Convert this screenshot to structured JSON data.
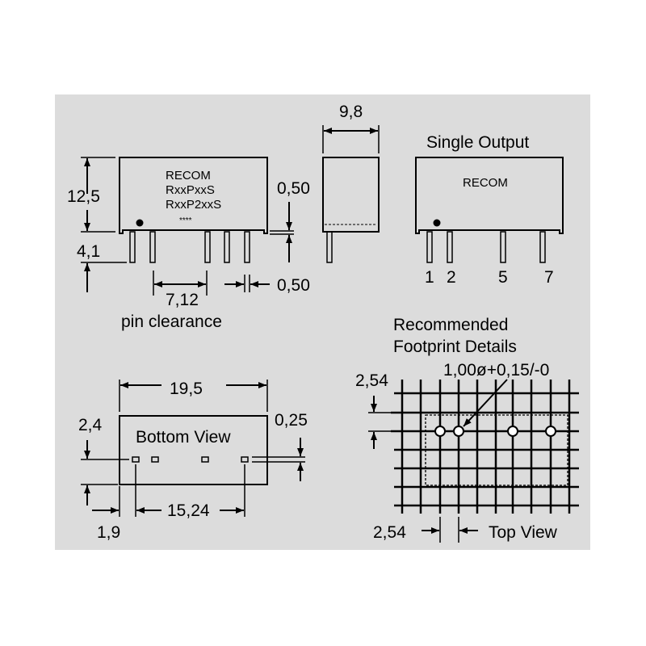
{
  "front_view": {
    "brand": "RECOM",
    "model_1": "RxxPxxS",
    "model_2": "RxxP2xxS",
    "marking": "****",
    "dim_height": "12,5",
    "dim_pin_length": "4,1",
    "dim_standoff": "0,50",
    "dim_pin_clearance": "7,12",
    "pin_clearance_label": "pin clearance",
    "dim_pin_width": "0,50"
  },
  "side_view": {
    "dim_width": "9,8"
  },
  "single_output_view": {
    "title": "Single Output",
    "brand": "RECOM",
    "pin_labels": [
      "1",
      "2",
      "5",
      "7"
    ]
  },
  "bottom_view": {
    "title": "Bottom View",
    "dim_length": "19,5",
    "dim_pin_offset_y": "2,4",
    "dim_pin_size": "0,25",
    "dim_pin_span": "15,24",
    "dim_pin_offset_x": "1,9"
  },
  "footprint": {
    "title_line1": "Recommended",
    "title_line2": "Footprint Details",
    "hole_spec": "1,00ø+0,15/-0",
    "grid_pitch_y": "2,54",
    "grid_pitch_x": "2,54",
    "view_label": "Top View"
  }
}
